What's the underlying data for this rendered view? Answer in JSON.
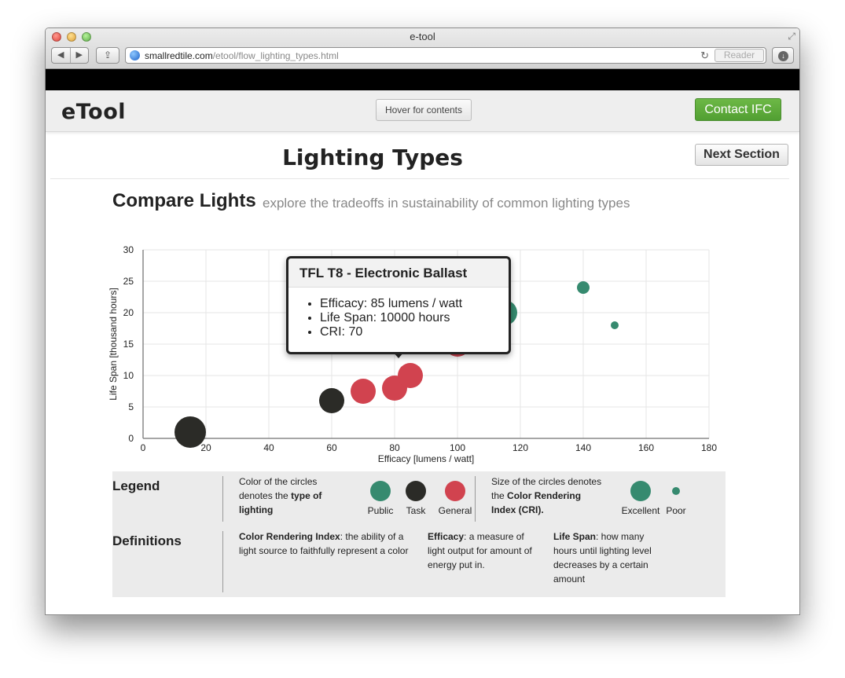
{
  "browser": {
    "window_title": "e-tool",
    "url_host": "smallredtile.com",
    "url_path": "/etool/flow_lighting_types.html",
    "reader_label": "Reader"
  },
  "navbar": {
    "logo": "eTool",
    "hover_button": "Hover for contents",
    "contact_button": "Contact IFC"
  },
  "page": {
    "title": "Lighting Types",
    "next_button": "Next Section",
    "section_heading": "Compare Lights",
    "section_subtitle": "explore the tradeoffs in sustainability of common lighting types"
  },
  "tooltip": {
    "title": "TFL T8 - Electronic Ballast",
    "items": [
      "Efficacy: 85 lumens / watt",
      "Life Span: 10000 hours",
      "CRI: 70"
    ]
  },
  "colors": {
    "public": "#368a6f",
    "task": "#2b2b27",
    "general": "#d1434f"
  },
  "chart_data": {
    "type": "scatter",
    "xlabel": "Efficacy [lumens / watt]",
    "ylabel": "Life Span [thousand hours]",
    "xlim": [
      0,
      180
    ],
    "ylim": [
      0,
      30
    ],
    "xticks": [
      0,
      20,
      40,
      60,
      80,
      100,
      120,
      140,
      160,
      180
    ],
    "yticks": [
      0,
      5,
      10,
      15,
      20,
      25,
      30
    ],
    "grid": true,
    "points": [
      {
        "x": 15,
        "y": 1,
        "type": "task",
        "size": "excellent"
      },
      {
        "x": 60,
        "y": 6,
        "type": "task",
        "size": "mid"
      },
      {
        "x": 70,
        "y": 7.5,
        "type": "general",
        "size": "mid"
      },
      {
        "x": 80,
        "y": 8,
        "type": "general",
        "size": "mid"
      },
      {
        "x": 85,
        "y": 10,
        "type": "general",
        "size": "mid"
      },
      {
        "x": 100,
        "y": 15,
        "type": "general",
        "size": "mid"
      },
      {
        "x": 115,
        "y": 20,
        "type": "public",
        "size": "mid"
      },
      {
        "x": 140,
        "y": 24,
        "type": "public",
        "size": "small"
      },
      {
        "x": 150,
        "y": 18,
        "type": "public",
        "size": "poor"
      }
    ]
  },
  "legend": {
    "title": "Legend",
    "color_desc_1": "Color of the circles",
    "color_desc_2": "denotes the",
    "color_desc_bold_1": "type of",
    "color_desc_bold_2": "lighting",
    "labels": {
      "public": "Public",
      "task": "Task",
      "general": "General"
    },
    "size_desc_1": "Size of the circles denotes",
    "size_desc_2": "the",
    "size_desc_bold_1": "Color Rendering",
    "size_desc_bold_2": "Index (CRI).",
    "size_labels": {
      "excellent": "Excellent",
      "poor": "Poor"
    }
  },
  "definitions": {
    "title": "Definitions",
    "cri_term": "Color Rendering Index",
    "cri_text_1": ": the ability of a",
    "cri_text_2": "light source to faithfully represent a color",
    "eff_term": "Efficacy",
    "eff_text_1": ": a measure of",
    "eff_text_2": "light output for amount of",
    "eff_text_3": "energy put in.",
    "life_term": "Life Span",
    "life_text_1": ": how many",
    "life_text_2": "hours until lighting level",
    "life_text_3": "decreases by a certain",
    "life_text_4": "amount"
  }
}
